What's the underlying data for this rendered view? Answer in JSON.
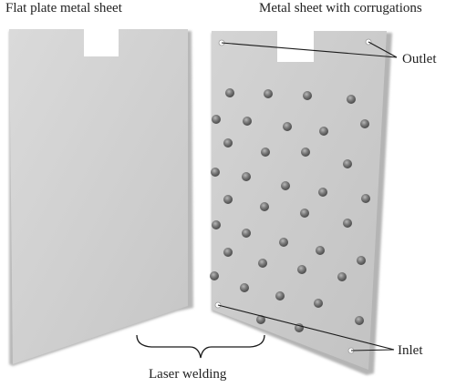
{
  "labels": {
    "flat_plate": "Flat plate metal sheet",
    "corrugated": "Metal sheet with corrugations",
    "outlet": "Outlet",
    "inlet": "Inlet",
    "laser_welding": "Laser welding"
  },
  "colors": {
    "sheet_face": "#d2d2d2",
    "sheet_edge": "#b4b4b4",
    "line": "#1a1a1a",
    "corrugation": "#6f6f6f"
  }
}
